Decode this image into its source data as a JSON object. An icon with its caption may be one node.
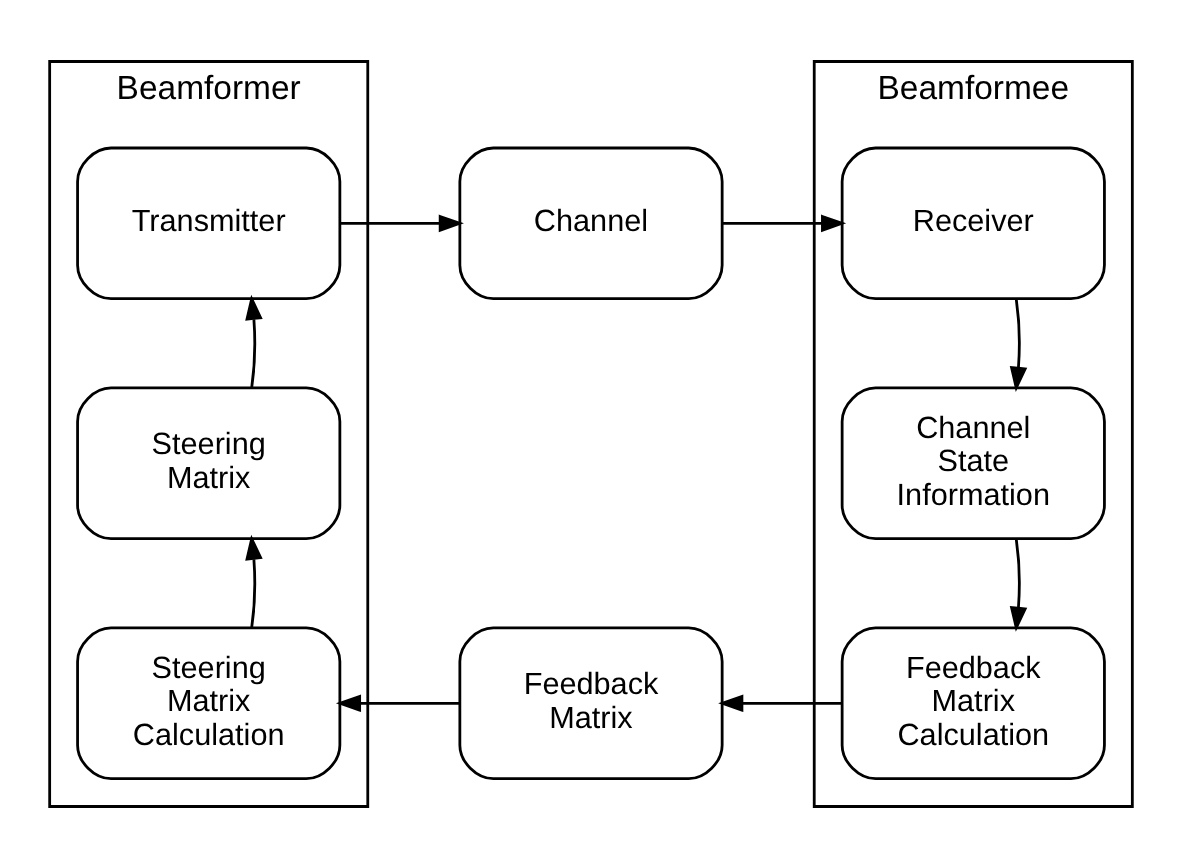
{
  "diagram": {
    "nodes": [
      {
        "text": [
          "Beamformer"
        ]
      },
      {
        "text": [
          "Transmitter"
        ],
        "in": 0
      },
      {
        "text": [
          "Steering Matrix"
        ],
        "in": 0
      },
      {
        "text": [
          "Steering Matrix Calculation"
        ],
        "in": 0
      },
      {
        "text": [
          "Channel"
        ]
      },
      {
        "text": [
          "Feedback Matrix"
        ]
      },
      {
        "text": [
          "Beamformee"
        ]
      },
      {
        "text": [
          "Receiver"
        ],
        "in": 6
      },
      {
        "text": [
          "Channel State Information"
        ],
        "in": 6
      },
      {
        "text": [
          "Feedback Matrix Calculation"
        ],
        "in": 6
      }
    ],
    "edges": [
      {
        "from": 1,
        "to": 4,
        "arrow": "to"
      },
      {
        "from": 4,
        "to": 7,
        "arrow": "to"
      },
      {
        "from": 7,
        "to": 8,
        "arrow": "to"
      },
      {
        "from": 8,
        "to": 9,
        "arrow": "to"
      },
      {
        "from": 9,
        "to": 5,
        "arrow": "to"
      },
      {
        "from": 5,
        "to": 3,
        "arrow": "to"
      },
      {
        "from": 3,
        "to": 2,
        "arrow": "to"
      },
      {
        "from": 2,
        "to": 1,
        "arrow": "to"
      }
    ]
  }
}
